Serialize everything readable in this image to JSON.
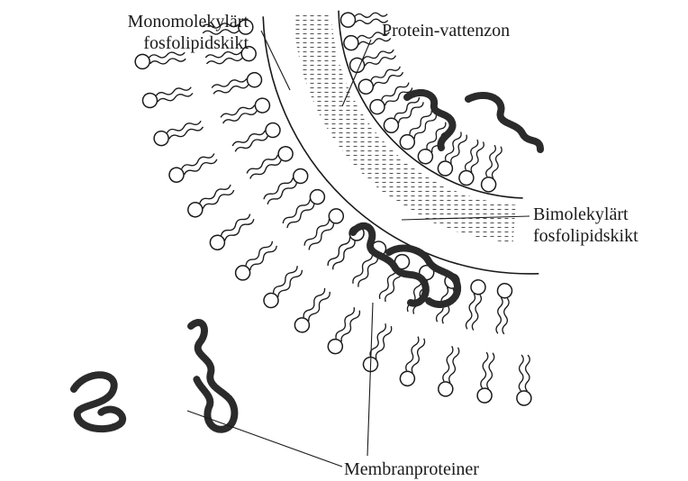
{
  "labels": {
    "monolayer_line1": "Monomolekylärt",
    "monolayer_line2": "fosfolipidskikt",
    "protein_water_zone": "Protein-vattenzon",
    "bilayer_line1": "Bimolekylärt",
    "bilayer_line2": "fosfolipidskikt",
    "membrane_proteins": "Membranproteiner"
  },
  "colors": {
    "ink": "#1a1a1a",
    "stipple": "#555555",
    "protein": "#2b2b2b",
    "background": "#ffffff"
  }
}
